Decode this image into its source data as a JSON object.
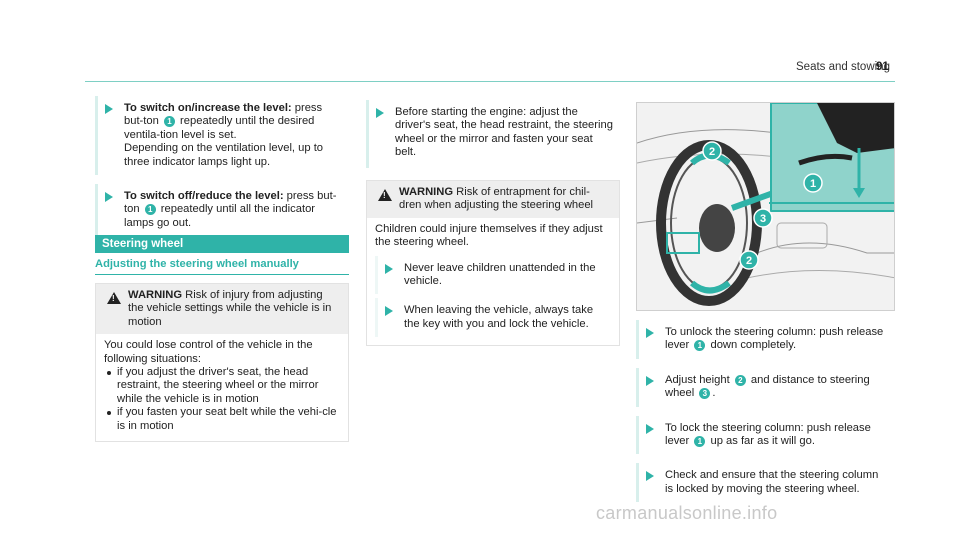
{
  "header": {
    "title": "Seats and stowing",
    "page_number": "91"
  },
  "col1": {
    "step1": {
      "bold": "To switch on/increase the level:",
      "t1": " press but-ton ",
      "marker": "1",
      "t2": " repeatedly until the desired ventila-tion level is set.",
      "t3": "Depending on the ventilation level, up to three indicator lamps light up."
    },
    "step2": {
      "bold": "To switch off/reduce the level:",
      "t1": " press but-ton ",
      "marker": "1",
      "t2": " repeatedly until all the indicator lamps go out."
    },
    "section_title": "Steering wheel",
    "subheading": "Adjusting the steering wheel manually",
    "warning": {
      "label": "WARNING",
      "headline": " Risk of injury from adjusting the vehicle settings while the vehicle is in motion",
      "body": "You could lose control of the vehicle in the following situations:",
      "bullets": [
        "if you adjust the driver's seat, the head restraint, the steering wheel or the mirror while the vehicle is in motion",
        "if you fasten your seat belt while the vehi-cle is in motion"
      ]
    }
  },
  "col2": {
    "step1": "Before starting the engine: adjust the driver's seat, the head restraint, the steering wheel or the mirror and fasten your seat belt.",
    "warning": {
      "label": "WARNING",
      "headline": " Risk of entrapment for chil-dren when adjusting the steering wheel",
      "body": "Children could injure themselves if they adjust the steering wheel.",
      "bullets": [
        "Never leave children unattended in the vehicle.",
        "When leaving the vehicle, always take the key with you and lock the vehicle."
      ]
    }
  },
  "col3": {
    "figure_markers": [
      "1",
      "2",
      "3",
      "2"
    ],
    "steps": [
      {
        "t1": "To unlock the steering column: push release lever ",
        "marker": "1",
        "t2": " down completely."
      },
      {
        "t1": "Adjust height ",
        "marker": "2",
        "t2": " and distance to steering wheel ",
        "marker2": "3",
        "t3": "."
      },
      {
        "t1": "To lock the steering column: push release lever ",
        "marker": "1",
        "t2": " up as far as it will go."
      },
      {
        "t1": "Check and ensure that the steering column is locked by moving the steering wheel."
      }
    ]
  },
  "watermark": "carmanualsonline.info",
  "colors": {
    "accent": "#2fb3a8",
    "accent_light": "#d8efec",
    "warning_bg": "#eeeeee"
  }
}
